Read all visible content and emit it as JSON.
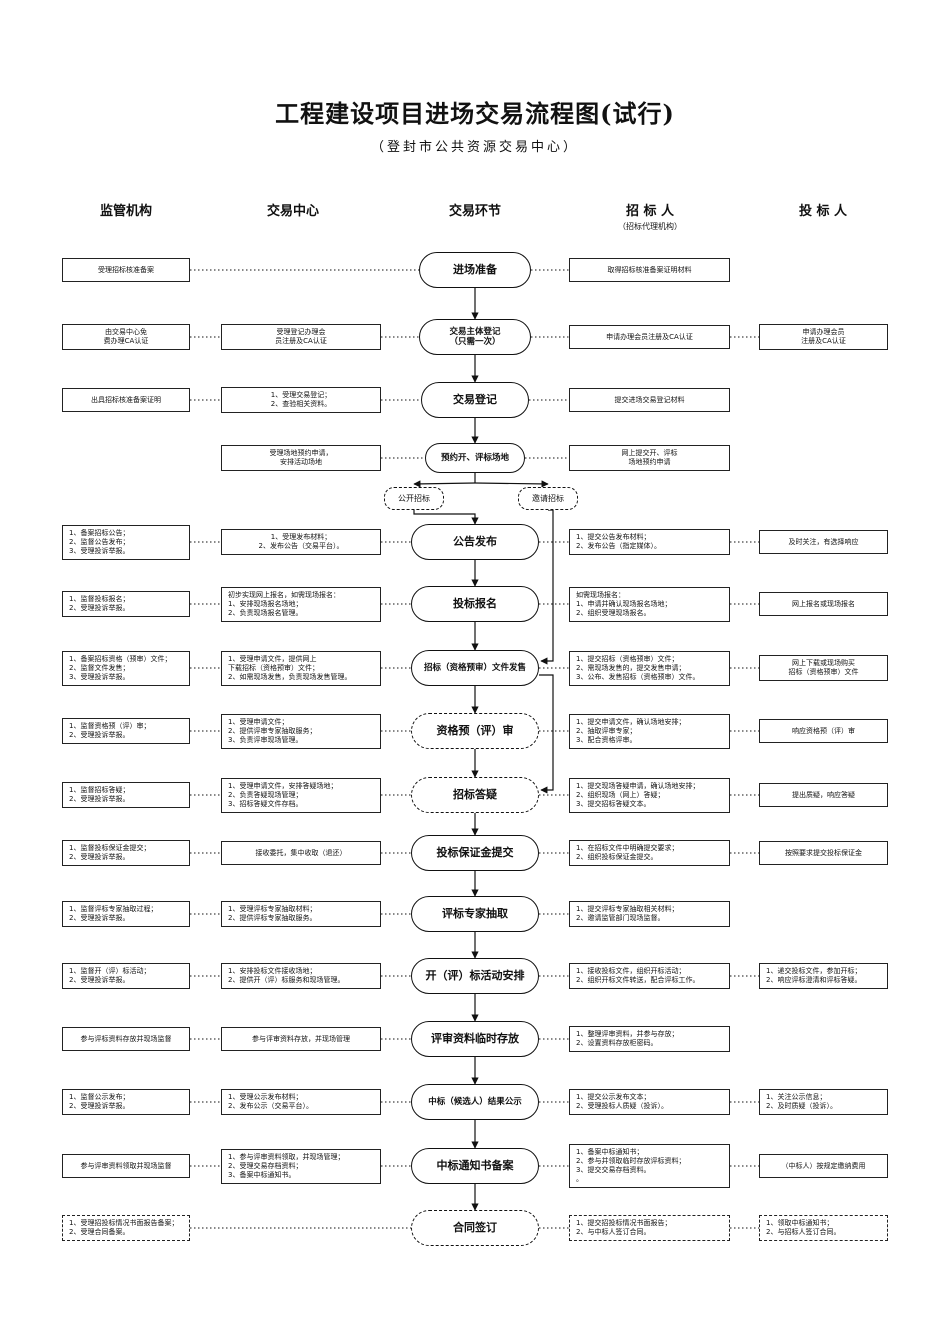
{
  "title": "工程建设项目进场交易流程图(试行)",
  "subtitle": "（登封市公共资源交易中心）",
  "columns": {
    "supervisor": "监管机构",
    "center": "交易中心",
    "stage": "交易环节",
    "tenderer": "招 标 人",
    "tenderer_note": "（招标代理机构）",
    "bidder": "投 标 人"
  },
  "branches": {
    "open": "公开招标",
    "invite": "邀请招标"
  },
  "rows": [
    {
      "stage": "进场准备",
      "supervisor": "受理招标核准备案",
      "center": "",
      "tenderer": "取得招标核准备案证明材料",
      "bidder": ""
    },
    {
      "stage": "交易主体登记\n（只需一次）",
      "supervisor": "由交易中心免\n费办理CA认证",
      "center": "受理登记办理会\n员注册及CA认证",
      "tenderer": "申请办理会员注册及CA认证",
      "bidder": "申请办理会员\n注册及CA认证"
    },
    {
      "stage": "交易登记",
      "supervisor": "出具招标核准备案证明",
      "center": "1、受理交易登记；\n2、查验相关资料。",
      "tenderer": "提交进场交易登记材料",
      "bidder": ""
    },
    {
      "stage": "预约开、评标场地",
      "supervisor": "",
      "center": "受理场地预约申请，\n安排活动场地",
      "tenderer": "网上提交开、评标\n场地预约申请",
      "bidder": ""
    },
    {
      "stage": "公告发布",
      "supervisor": "1、备案招标公告；\n2、监督公告发布；\n3、受理投诉举报。",
      "center": "1、受理发布材料；\n2、发布公告（交易平台）。",
      "tenderer": "1、提交公告发布材料；\n2、发布公告（指定媒体）。",
      "bidder": "及时关注，有选择响应"
    },
    {
      "stage": "投标报名",
      "supervisor": "1、监督投标报名；\n2、受理投诉举报。",
      "center": "初步实现网上报名，如需现场报名：\n1、安排现场报名场地；\n2、负责现场报名管理。",
      "tenderer": "如需现场报名：\n1、申请并确认现场报名场地；\n2、组织受理现场报名。",
      "bidder": "网上报名或现场报名"
    },
    {
      "stage": "招标（资格预审）文件发售",
      "supervisor": "1、备案招标资格（预审）文件；\n2、监督文件发售；\n3、受理投诉举报。",
      "center": "1、受理申请文件，提供网上\n下载招标（资格预审）文件；\n2、如需现场发售，负责现场发售管理。",
      "tenderer": "1、提交招标（资格预审）文件；\n2、需现场发售的，提交发售申请；\n3、公布、发售招标（资格预审）文件。",
      "bidder": "网上下载或现场购买\n招标（资格预审）文件"
    },
    {
      "stage": "资格预（评）审",
      "supervisor": "1、监督资格预（评）审；\n2、受理投诉举报。",
      "center": "1、受理申请文件；\n2、提供评审专家抽取服务；\n3、负责评审现场管理。",
      "tenderer": "1、提交申请文件，确认场地安排；\n2、抽取评审专家；\n3、配合资格评审。",
      "bidder": "响应资格预（评）审"
    },
    {
      "stage": "招标答疑",
      "supervisor": "1、监督招标答疑；\n2、受理投诉举报。",
      "center": "1、受理申请文件，安排答疑场地；\n2、负责答疑现场管理；\n3、招标答疑文件存档。",
      "tenderer": "1、提交现场答疑申请，确认场地安排；\n2、组织现场（网上）答疑；\n3、提交招标答疑文本。",
      "bidder": "提出质疑，响应答疑"
    },
    {
      "stage": "投标保证金提交",
      "supervisor": "1、监督投标保证金提交；\n2、受理投诉举报。",
      "center": "接收委托，集中收取（退还）",
      "tenderer": "1、在招标文件中明确提交要求；\n2、组织投标保证金提交。",
      "bidder": "按照要求提交投标保证金"
    },
    {
      "stage": "评标专家抽取",
      "supervisor": "1、监督评标专家抽取过程；\n2、受理投诉举报。",
      "center": "1、受理评标专家抽取材料；\n2、提供评标专家抽取服务。",
      "tenderer": "1、提交评标专家抽取相关材料；\n2、邀请监管部门现场监督。",
      "bidder": ""
    },
    {
      "stage": "开（评）标活动安排",
      "supervisor": "1、监督开（评）标活动；\n2、受理投诉举报。",
      "center": "1、安排投标文件接收场地；\n2、提供开（评）标服务和现场管理。",
      "tenderer": "1、接收投标文件，组织开标活动；\n2、组织开标文件转送，配合评标工作。",
      "bidder": "1、递交投标文件，参加开标；\n2、响应评标澄清和评标答疑。"
    },
    {
      "stage": "评审资料临时存放",
      "supervisor": "参与评标资料存放并现场监督",
      "center": "参与评审资料存放，并现场管理",
      "tenderer": "1、整理评审资料，并参与存放；\n2、设置资料存放柜密码。",
      "bidder": ""
    },
    {
      "stage": "中标（候选人）结果公示",
      "supervisor": "1、监督公示发布；\n2、受理投诉举报。",
      "center": "1、受理公示发布材料；\n2、发布公示（交易平台）。",
      "tenderer": "1、提交公示发布文本；\n2、受理投标人质疑（投诉）。",
      "bidder": "1、关注公示信息；\n2、及时质疑（投诉）。"
    },
    {
      "stage": "中标通知书备案",
      "supervisor": "参与评审资料领取并现场监督",
      "center": "1、参与评审资料领取，并现场管理；\n2、受理交易存档资料；\n3、备案中标通知书。",
      "tenderer": "1、备案中标通知书；\n2、参与并领取临时存放评标资料；\n3、提交交易存档资料。\n。",
      "bidder": "（中标人）按规定缴纳费用"
    },
    {
      "stage": "合同签订",
      "supervisor": "1、受理招投标情况书面报告备案；\n2、受理合同备案。",
      "center": "",
      "tenderer": "1、提交招投标情况书面报告；\n2、与中标人签订合同。",
      "bidder": "1、领取中标通知书；\n2、与招标人签订合同。"
    }
  ]
}
